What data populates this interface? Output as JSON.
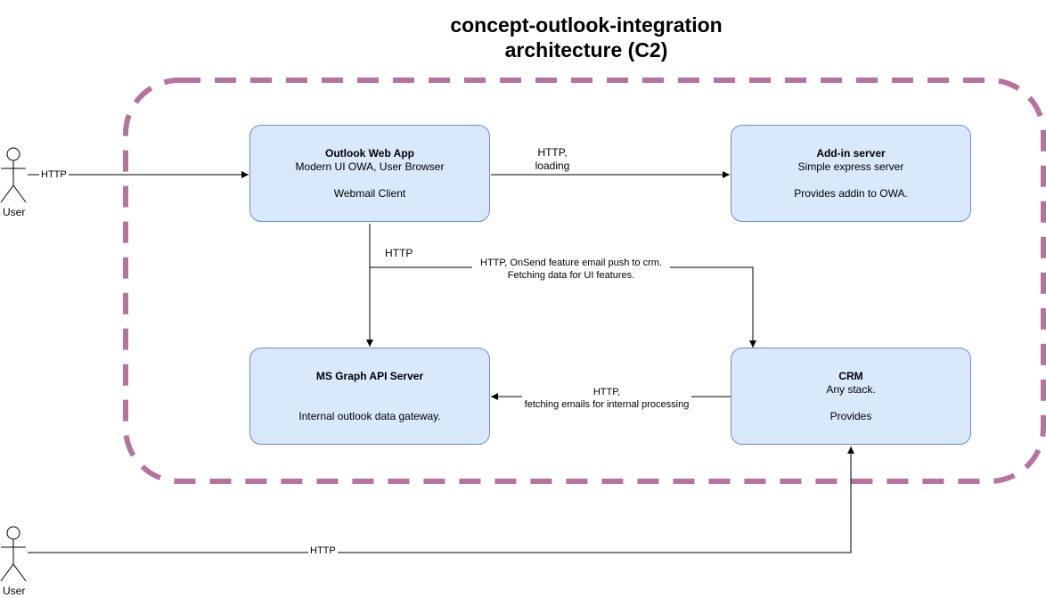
{
  "title": {
    "line1": "concept-outlook-integration",
    "line2": "architecture (C2)"
  },
  "colors": {
    "boundary": "#b5739d",
    "box_fill": "#dae8fc",
    "box_stroke": "#6c8ebf",
    "edge": "#000000"
  },
  "actors": {
    "user_top": {
      "label": "User"
    },
    "user_bottom": {
      "label": "User"
    }
  },
  "boxes": {
    "owa": {
      "name": "Outlook Web App",
      "line1": "Modern UI OWA, User Browser",
      "line2": "",
      "line3": "Webmail Client"
    },
    "addin": {
      "name": "Add-in server",
      "line1": "Simple express server",
      "line2": "",
      "line3": "Provides addin to OWA."
    },
    "graph": {
      "name": "MS Graph API Server",
      "line1": "",
      "line2": "",
      "line3": "Internal outlook data gateway."
    },
    "crm": {
      "name": "CRM",
      "line1": "Any stack.",
      "line2": "",
      "line3": "Provides"
    }
  },
  "edges": {
    "user_owa": "HTTP",
    "owa_addin": {
      "line1": "HTTP,",
      "line2": "loading"
    },
    "owa_graph": "HTTP",
    "owa_crm": {
      "line1": "HTTP, OnSend feature email push to crm.",
      "line2": "Fetching data for UI features."
    },
    "crm_graph": {
      "line1": "HTTP,",
      "line2": "fetching emails for internal processing"
    },
    "user_crm": "HTTP"
  }
}
